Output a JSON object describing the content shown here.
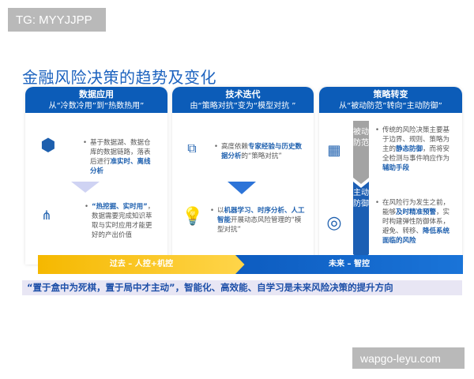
{
  "watermarks": {
    "top_left": "TG: MYYJJPP",
    "bottom_right": "wapgo-leyu.com"
  },
  "title": "金融风险决策的趋势及变化",
  "cards": [
    {
      "heading": "数据应用",
      "subheading": "从“冷数冷用”到“热数热用”",
      "items": [
        {
          "icon": "cubes-check-icon",
          "segments": [
            {
              "t": "基于数据湖、数据仓库的数据链路，落表后进行"
            },
            {
              "t": "准实时、离线分析",
              "hl": true
            }
          ]
        },
        {
          "icon": "circuit-chart-icon",
          "segments": [
            {
              "t": "“热挖掘、实时用”",
              "hl": true
            },
            {
              "t": "，数据需要完成知识萃取与实时应用才能更好的产出价值"
            }
          ]
        }
      ]
    },
    {
      "heading": "技术迭代",
      "subheading": "由“策略对抗”变为“模型对抗 ”",
      "items": [
        {
          "icon": "flowchart-icon",
          "segments": [
            {
              "t": "高度依赖"
            },
            {
              "t": "专家经验与历史数据分析",
              "hl": true
            },
            {
              "t": "的“策略对抗”"
            }
          ]
        },
        {
          "icon": "lightbulb-gear-icon",
          "segments": [
            {
              "t": "以"
            },
            {
              "t": "机器学习、时序分析、人工智能",
              "hl": true
            },
            {
              "t": "开展动态风险管理的“模型对抗”"
            }
          ]
        }
      ]
    },
    {
      "heading": "策略转变",
      "subheading": "从“被动防范”转向“主动防御”",
      "labels": [
        "被动防范",
        "主动防御"
      ],
      "items": [
        {
          "icon": "firewall-icon",
          "segments": [
            {
              "t": "传统的风险决策主要基于边界、规则、策略为主的"
            },
            {
              "t": "静态防御",
              "hl": true
            },
            {
              "t": "，而将安全检测与事件响应作为"
            },
            {
              "t": "辅助手段",
              "hl": true
            }
          ]
        },
        {
          "icon": "radar-icon",
          "segments": [
            {
              "t": "在风险行为发生之前，能够"
            },
            {
              "t": "及时精准预警",
              "hl": true
            },
            {
              "t": "，实时构建弹性防御体系，避免、转移、"
            },
            {
              "t": "降低系统面临的风险",
              "hl": true
            }
          ]
        }
      ]
    }
  ],
  "timeline": {
    "past": "过去 – 人控+机控",
    "future": "未来 – 智控"
  },
  "sentence": "“置于盒中为死棋，置于局中才主动”，智能化、高效能、自学习是未来风险决策的提升方向",
  "colors": {
    "primary": "#0c5cb8",
    "highlight": "#1d5fae",
    "past": "#f5b800",
    "passive": "#a0a0a0"
  }
}
